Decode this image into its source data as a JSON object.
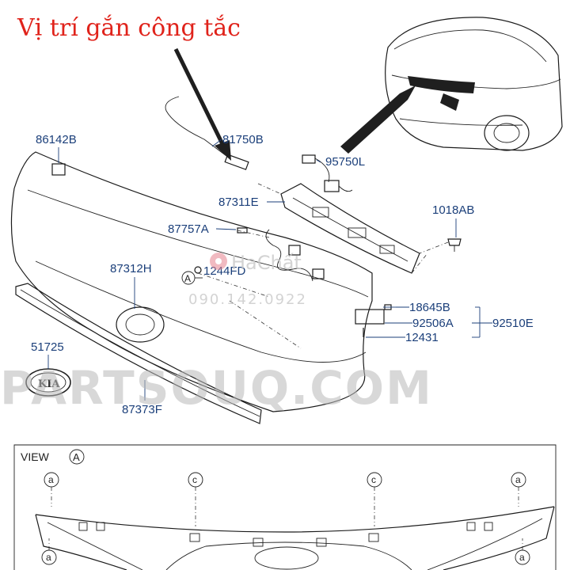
{
  "title": "Vị trí gắn công tắc",
  "colors": {
    "title": "#e0231b",
    "label": "#1b3f7a",
    "arrow": "#1f1f1f",
    "watermark": "#b9b9b9"
  },
  "watermark": {
    "site": "PARTSOUQ.COM",
    "brand": "HaChất",
    "phone": "090.142.0922"
  },
  "labels": {
    "p86142B": "86142B",
    "p81750B": "81750B",
    "p95750L": "95750L",
    "p87311E": "87311E",
    "p87757A": "87757A",
    "p1018AB": "1018AB",
    "p87312H": "87312H",
    "p1244FD": "1244FD",
    "p18645B": "18645B",
    "p92506A": "92506A",
    "p92510E": "92510E",
    "p12431": "12431",
    "p51725": "51725",
    "p87373F": "87373F"
  },
  "view_section": {
    "caption": "VIEW",
    "view_marker": "A",
    "callout_a": "a",
    "callout_c": "c"
  },
  "badge_text": "KIA"
}
